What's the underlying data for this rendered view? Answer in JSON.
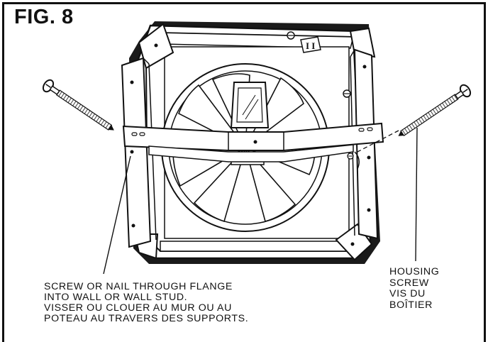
{
  "figure": {
    "title": "FIG. 8",
    "plate_label": "I I",
    "parts": {
      "frame_icon": "square-housing-icon",
      "fan_icon": "fan-wheel-icon",
      "bracket_icon": "hanger-bar-icon",
      "screw_icon": "screw-icon",
      "flange_icon": "mounting-flange-icon"
    }
  },
  "callouts": {
    "flange": {
      "line1": "SCREW OR NAIL THROUGH FLANGE",
      "line2": "INTO WALL OR WALL STUD.",
      "line3": "VISSER OU CLOUER AU MUR OU AU",
      "line4": "POTEAU AU TRAVERS DES SUPPORTS."
    },
    "housing_screw": {
      "line1": "HOUSING",
      "line2": "SCREW",
      "line3": "VIS DU",
      "line4": "BOÎTIER"
    }
  },
  "colors": {
    "ink": "#111111",
    "paper": "#ffffff",
    "shadow": "#1a1a1a"
  }
}
